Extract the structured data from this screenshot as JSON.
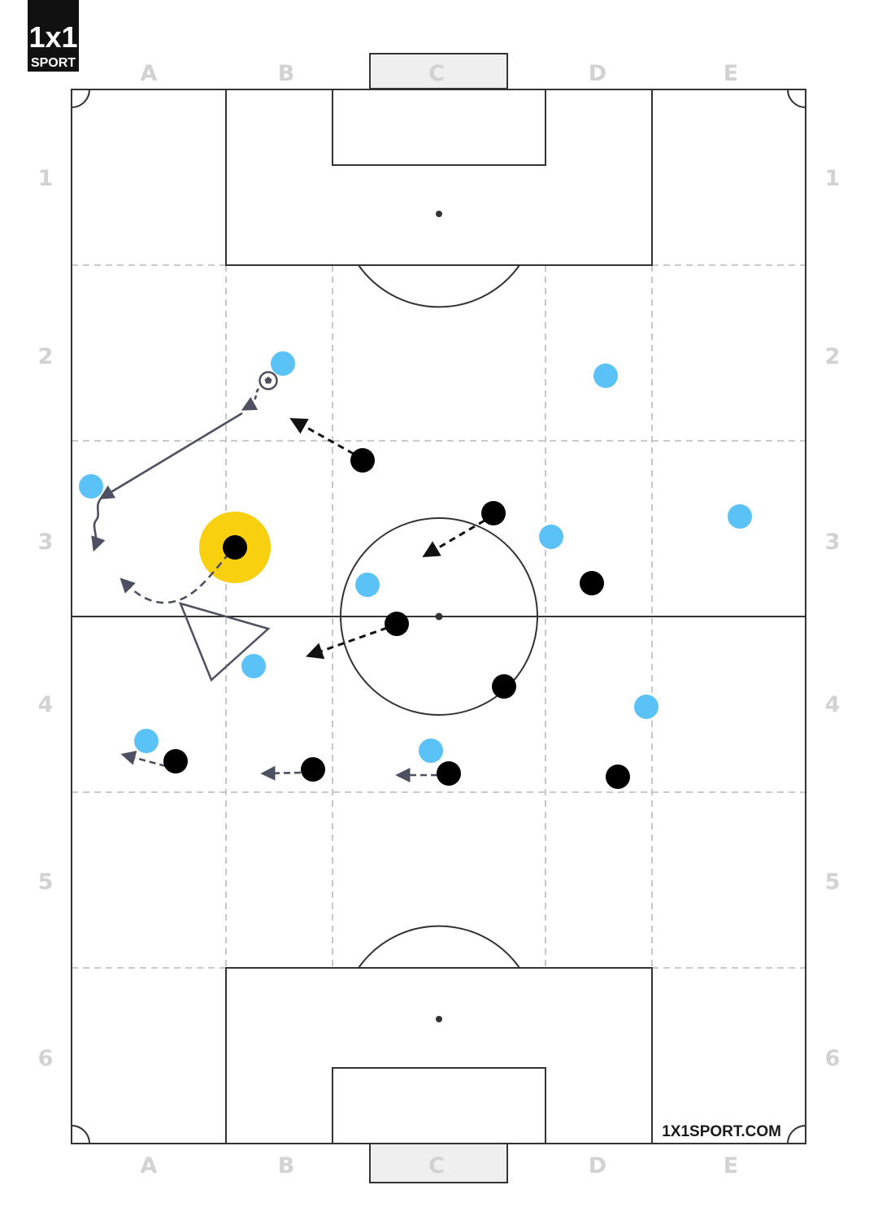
{
  "logo": {
    "mark": "1x1",
    "word": "SPORT"
  },
  "website": "1X1SPORT.COM",
  "columns": [
    "A",
    "B",
    "C",
    "D",
    "E"
  ],
  "rows": [
    "1",
    "2",
    "3",
    "4",
    "5",
    "6"
  ],
  "colors": {
    "field_line": "#333333",
    "grid_line": "#aaaaaa",
    "team_light": "#5bc2f7",
    "team_dark": "#000000",
    "highlight": "#f9d00f",
    "arrow_movement": "#111111",
    "arrow_pass": "#4d5060"
  },
  "icons": [
    "ball-icon",
    "cone-icon"
  ]
}
